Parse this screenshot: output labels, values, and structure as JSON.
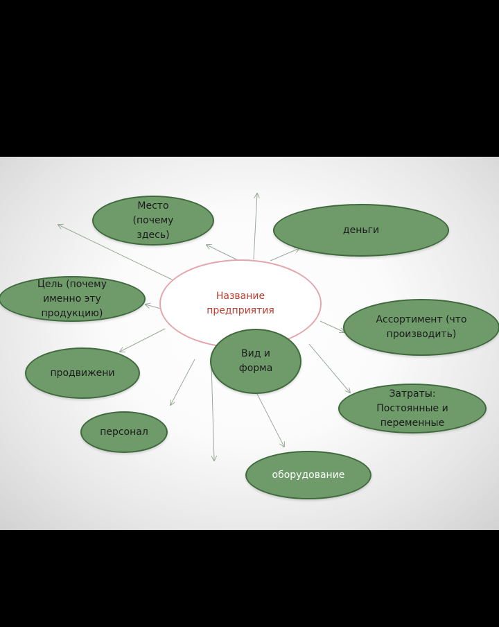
{
  "diagram": {
    "center": "Название\nпредприятия",
    "nodes": {
      "mesto": "Место\n(почему\nздесь)",
      "dengi": "деньги",
      "cel": "Цель (почему\nименно эту\nпродукцию)",
      "assortiment": "Ассортимент (что\nпроизводить)",
      "vid_forma": "Вид и\nформа",
      "prodvizhenie": "продвижени",
      "zatraty": "Затраты:\nПостоянные и\nпеременные",
      "personal": "персонал",
      "oborudovanie": "оборудование"
    },
    "colors": {
      "node_fill": "#6f9b6b",
      "node_border": "#3f6a3d",
      "center_border": "#e3a6ab",
      "center_text": "#c0392b",
      "arrow": "#9aa89a"
    }
  }
}
